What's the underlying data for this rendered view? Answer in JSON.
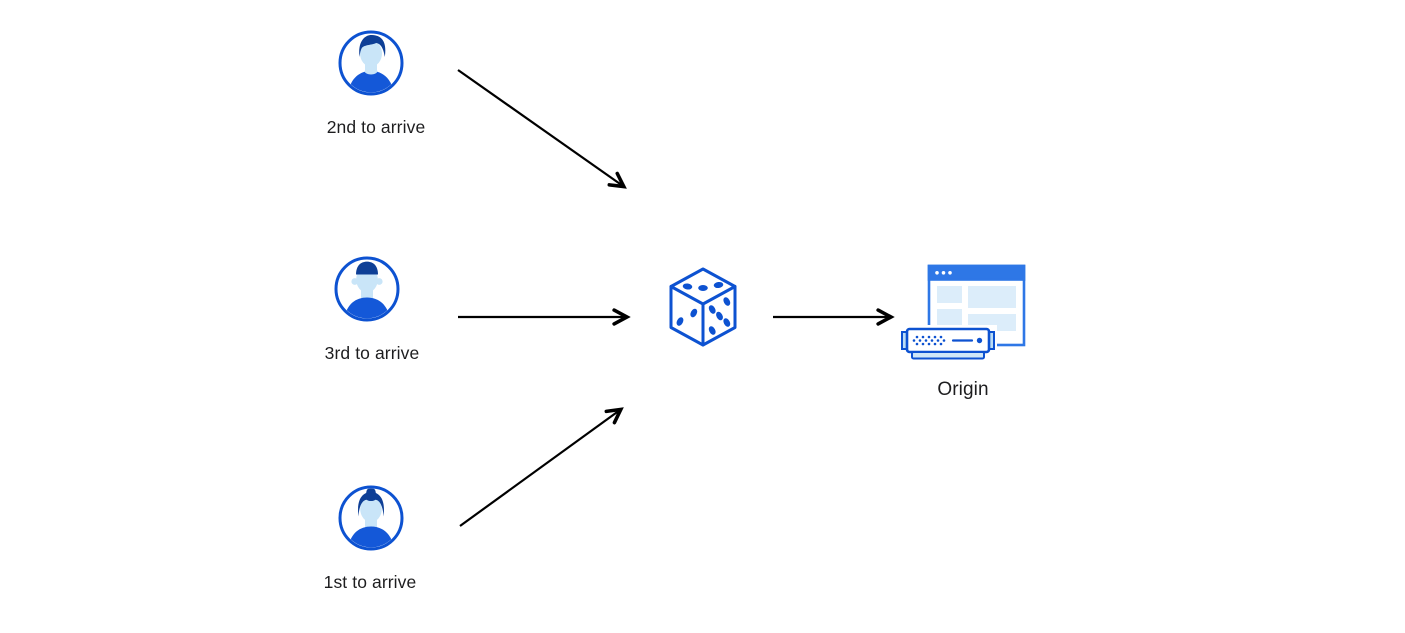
{
  "diagram": {
    "background": "#ffffff",
    "palette": {
      "primary_blue": "#0D52D1",
      "window_blue": "#2E77E6",
      "light_fill": "#DCEDFA",
      "face_fill": "#C9E5F8",
      "hair_navy": "#0E3F96",
      "shirt_blue": "#1458D8",
      "arrow_color": "#000000",
      "label_color": "#1D1D1F"
    },
    "nodes": {
      "user_second": {
        "label": "2nd to arrive",
        "icon": "person-icon"
      },
      "user_third": {
        "label": "3rd to arrive",
        "icon": "person-icon"
      },
      "user_first": {
        "label": "1st to arrive",
        "icon": "person-icon"
      },
      "randomizer": {
        "icon": "dice-icon"
      },
      "origin": {
        "label": "Origin",
        "icon": "origin-server-icon"
      }
    },
    "edges": [
      {
        "from": "user_second",
        "to": "randomizer"
      },
      {
        "from": "user_third",
        "to": "randomizer"
      },
      {
        "from": "user_first",
        "to": "randomizer"
      },
      {
        "from": "randomizer",
        "to": "origin"
      }
    ]
  }
}
